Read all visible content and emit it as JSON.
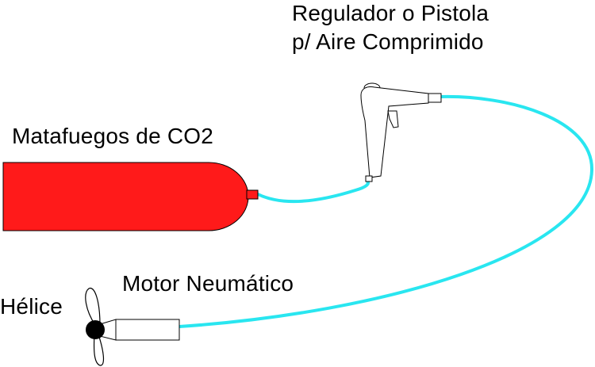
{
  "labels": {
    "regulator_line1": "Regulador o Pistola",
    "regulator_line2": "p/ Aire Comprimido",
    "extinguisher": "Matafuegos de CO2",
    "motor": "Motor Neumático",
    "propeller": "Hélice"
  },
  "colors": {
    "hose": "#29e6f0",
    "extinguisher": "#ff1a1a",
    "outline": "#000000",
    "background": "#ffffff"
  }
}
